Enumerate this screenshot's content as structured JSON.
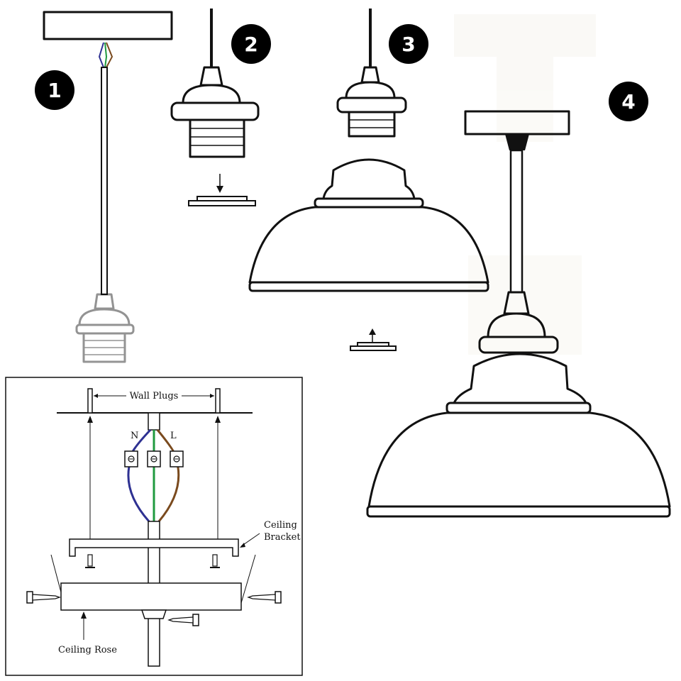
{
  "steps": [
    "1",
    "2",
    "3",
    "4"
  ],
  "inset": {
    "wall_plugs": "Wall Plugs",
    "neutral": "N",
    "live": "L",
    "ceiling_bracket_line1": "Ceiling",
    "ceiling_bracket_line2": "Bracket",
    "ceiling_rose": "Ceiling Rose"
  },
  "colors": {
    "ink": "#111111",
    "neutral_wire": "#2e3192",
    "earth_wire": "#1f9a3f",
    "live_wire": "#7a4a1e",
    "badge": "#000000"
  }
}
